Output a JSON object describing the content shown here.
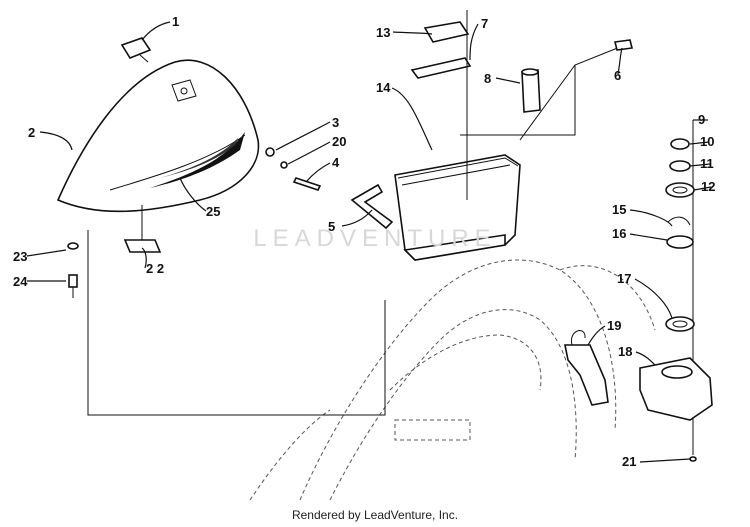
{
  "watermark": "LEADVENTURE",
  "footer": "Rendered by LeadVenture, Inc.",
  "callouts": {
    "c1": "1",
    "c2": "2",
    "c3": "3",
    "c4": "4",
    "c5": "5",
    "c6": "6",
    "c7": "7",
    "c8": "8",
    "c9": "9",
    "c10": "10",
    "c11": "11",
    "c12": "12",
    "c13": "13",
    "c14": "14",
    "c15": "15",
    "c16": "16",
    "c17": "17",
    "c18": "18",
    "c19": "19",
    "c20": "20",
    "c21": "21",
    "c22": "2 2",
    "c23": "23",
    "c24": "24",
    "c25": "25"
  }
}
